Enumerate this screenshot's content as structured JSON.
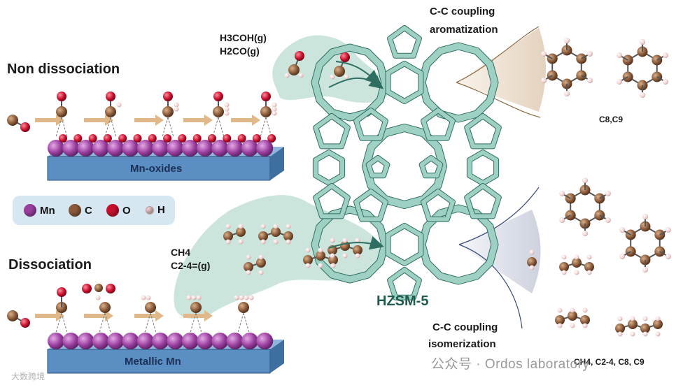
{
  "labels": {
    "non_dissociation": "Non dissociation",
    "dissociation": "Dissociation",
    "mn_oxides": "Mn-oxides",
    "metallic_mn": "Metallic Mn",
    "hzsm5": "HZSM-5",
    "gas_top_1": "H3COH(g)",
    "gas_top_2": "H2CO(g)",
    "gas_bottom_1": "CH4",
    "gas_bottom_2": "C2-4=(g)",
    "coupling_top_1": "C-C coupling",
    "coupling_top_2": "aromatization",
    "coupling_bottom_1": "C-C coupling",
    "coupling_bottom_2": "isomerization",
    "product_top": "C8,C9",
    "product_bottom": "CH4, C2-4, C8, C9"
  },
  "legend": [
    {
      "symbol": "Mn",
      "color": "#9a3fa0"
    },
    {
      "symbol": "C",
      "color": "#8a5a3a"
    },
    {
      "symbol": "O",
      "color": "#c8102e"
    },
    {
      "symbol": "H",
      "color": "#f2d0d0"
    }
  ],
  "watermark": {
    "main": "公众号 · Ordos laboratory",
    "corner": "大数跨境"
  },
  "colors": {
    "zeolite": "#7db8ac",
    "zeolite_dark": "#2f6e62",
    "slab": "#5b8fc4",
    "mn_atom": "#9a3fa0",
    "carbon": "#8a5a3a",
    "oxygen": "#c8102e",
    "hydrogen": "#f2d0d0",
    "arrow": "#e0b88a",
    "cloud": "#b9dcd0"
  }
}
